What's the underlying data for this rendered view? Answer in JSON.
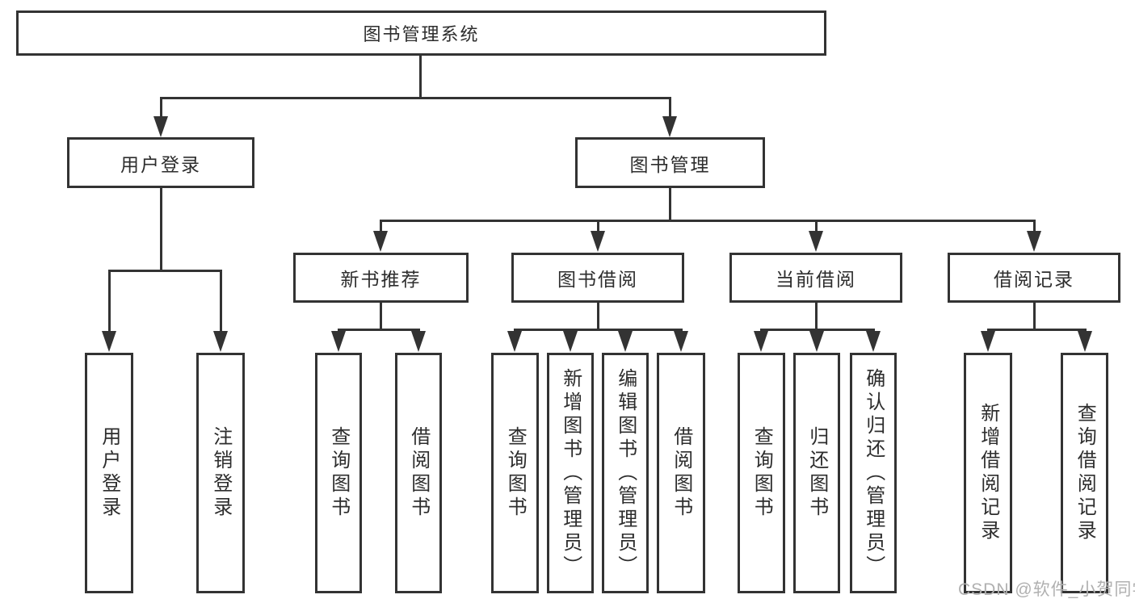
{
  "tree": {
    "label": "图书管理系统",
    "children": [
      {
        "label": "用户登录",
        "children": [
          {
            "label": "用户登录"
          },
          {
            "label": "注销登录"
          }
        ]
      },
      {
        "label": "图书管理",
        "children": [
          {
            "label": "新书推荐",
            "children": [
              {
                "label": "查询图书"
              },
              {
                "label": "借阅图书"
              }
            ]
          },
          {
            "label": "图书借阅",
            "children": [
              {
                "label": "查询图书"
              },
              {
                "label": "新增图书（管理员）"
              },
              {
                "label": "编辑图书（管理员）"
              },
              {
                "label": "借阅图书"
              }
            ]
          },
          {
            "label": "当前借阅",
            "children": [
              {
                "label": "查询图书"
              },
              {
                "label": "归还图书"
              },
              {
                "label": "确认归还（管理员）"
              }
            ]
          },
          {
            "label": "借阅记录",
            "children": [
              {
                "label": "新增借阅记录"
              },
              {
                "label": "查询借阅记录"
              }
            ]
          }
        ]
      }
    ]
  },
  "watermark": {
    "text": "CSDN @软件_小贺同学"
  },
  "colors": {
    "line": "#333333",
    "box_border": "#333333",
    "text": "#2d2d2d",
    "watermark": "#b0b0b0",
    "background": "#ffffff"
  }
}
